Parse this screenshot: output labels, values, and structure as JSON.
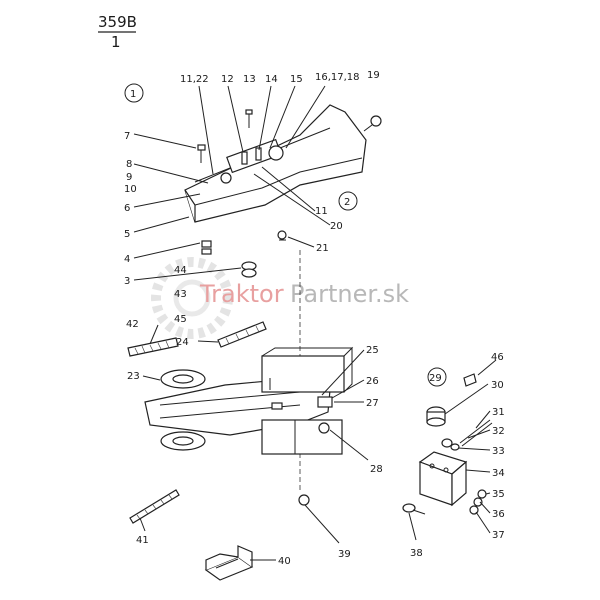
{
  "header": {
    "code": "359B",
    "page": "1"
  },
  "groups": {
    "g1": "1",
    "g2": "2",
    "g29": "29"
  },
  "watermark": {
    "text_a": "Traktor",
    "text_b": "Partner.sk",
    "color": "#e8a0a0"
  },
  "callouts": {
    "c11_22": "11,22",
    "c12": "12",
    "c13": "13",
    "c14": "14",
    "c15": "15",
    "c16_18": "16,17,18",
    "c19": "19",
    "c7": "7",
    "c8": "8",
    "c9": "9",
    "c10": "10",
    "c6": "6",
    "c5": "5",
    "c11": "11",
    "c20": "20",
    "c21": "21",
    "c4": "4",
    "c3": "3",
    "c44": "44",
    "c43": "43",
    "c45": "45",
    "c42": "42",
    "c24": "24",
    "c23": "23",
    "c25": "25",
    "c26": "26",
    "c27": "27",
    "c28": "28",
    "c46": "46",
    "c30": "30",
    "c31": "31",
    "c32": "32",
    "c33": "33",
    "c34": "34",
    "c35": "35",
    "c36": "36",
    "c37": "37",
    "c38": "38",
    "c39": "39",
    "c40": "40",
    "c41": "41"
  }
}
